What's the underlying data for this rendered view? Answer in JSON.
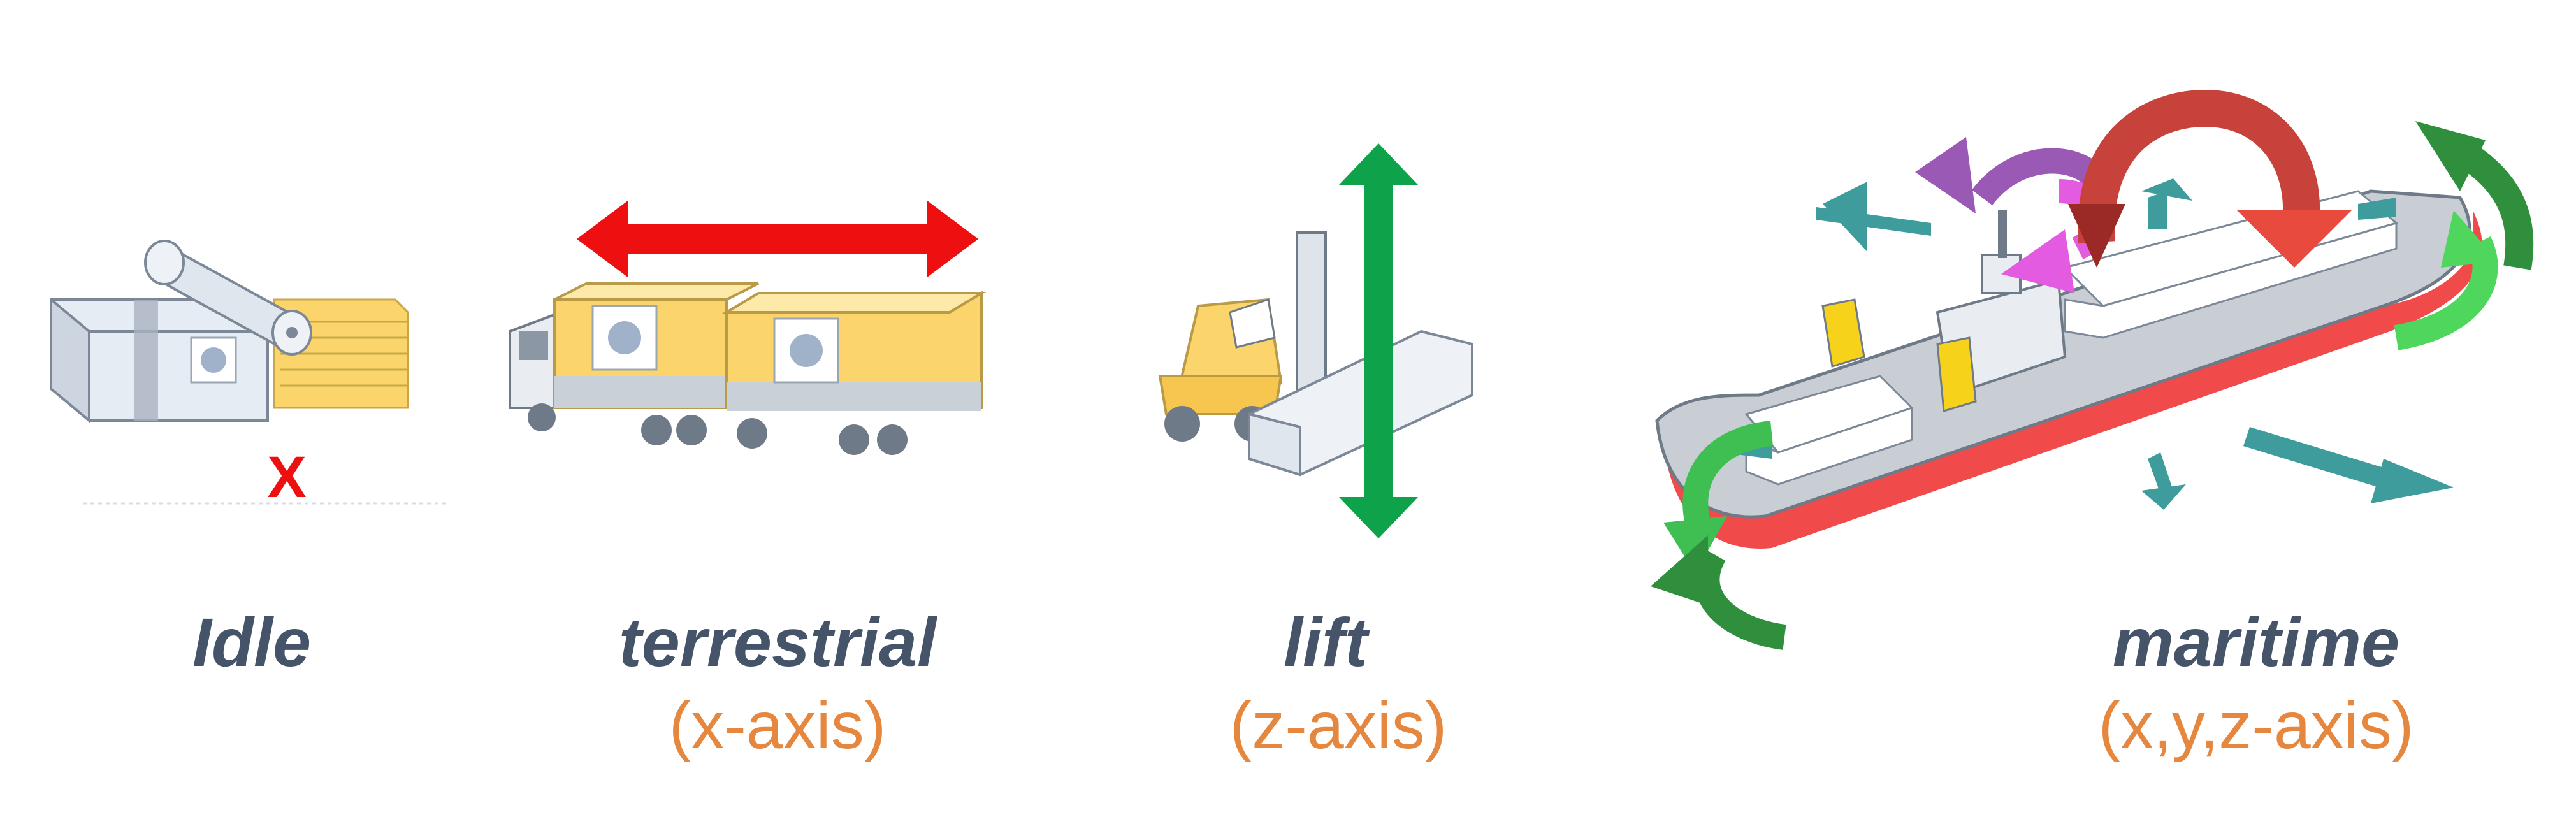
{
  "panels": [
    {
      "id": "idle",
      "title": "Idle",
      "axis": "",
      "marker": "X"
    },
    {
      "id": "terrestrial",
      "title": "terrestrial",
      "axis": "(x-axis)"
    },
    {
      "id": "lift",
      "title": "lift",
      "axis": "(z-axis)"
    },
    {
      "id": "maritime",
      "title": "maritime",
      "axis": "(x,y,z-axis)"
    }
  ],
  "colors": {
    "title": "#46546a",
    "axis_label": "#e5873e",
    "x_arrow": "#ee1010",
    "z_arrow": "#0ea24a",
    "cargo_yellow": "#fbd56b",
    "teal_arrow": "#3e9c9c",
    "hull_red": "#f04a4a",
    "roll_green": "#3fbf52",
    "purple_arrow": "#9b59b6",
    "magenta_arrow": "#e25be0",
    "pitch_red": "#d9362e"
  }
}
